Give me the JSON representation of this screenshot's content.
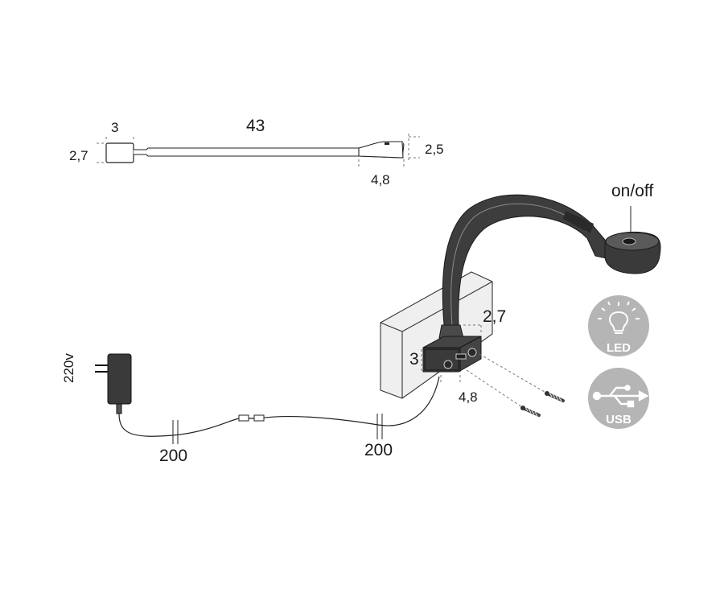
{
  "top_view": {
    "length_label": "43",
    "width_label": "3",
    "height_label": "2,7",
    "tip_height_label": "2,5",
    "tip_length_label": "4,8"
  },
  "lamp": {
    "switch_label": "on/off",
    "base_width_label": "2,7",
    "base_height_label": "3",
    "base_depth_label": "4,8"
  },
  "cable": {
    "voltage_label": "220v",
    "segment1_label": "200",
    "segment2_label": "200"
  },
  "badges": {
    "led_label": "LED",
    "usb_label": "USB",
    "badge_color": "#b5b5b5"
  }
}
